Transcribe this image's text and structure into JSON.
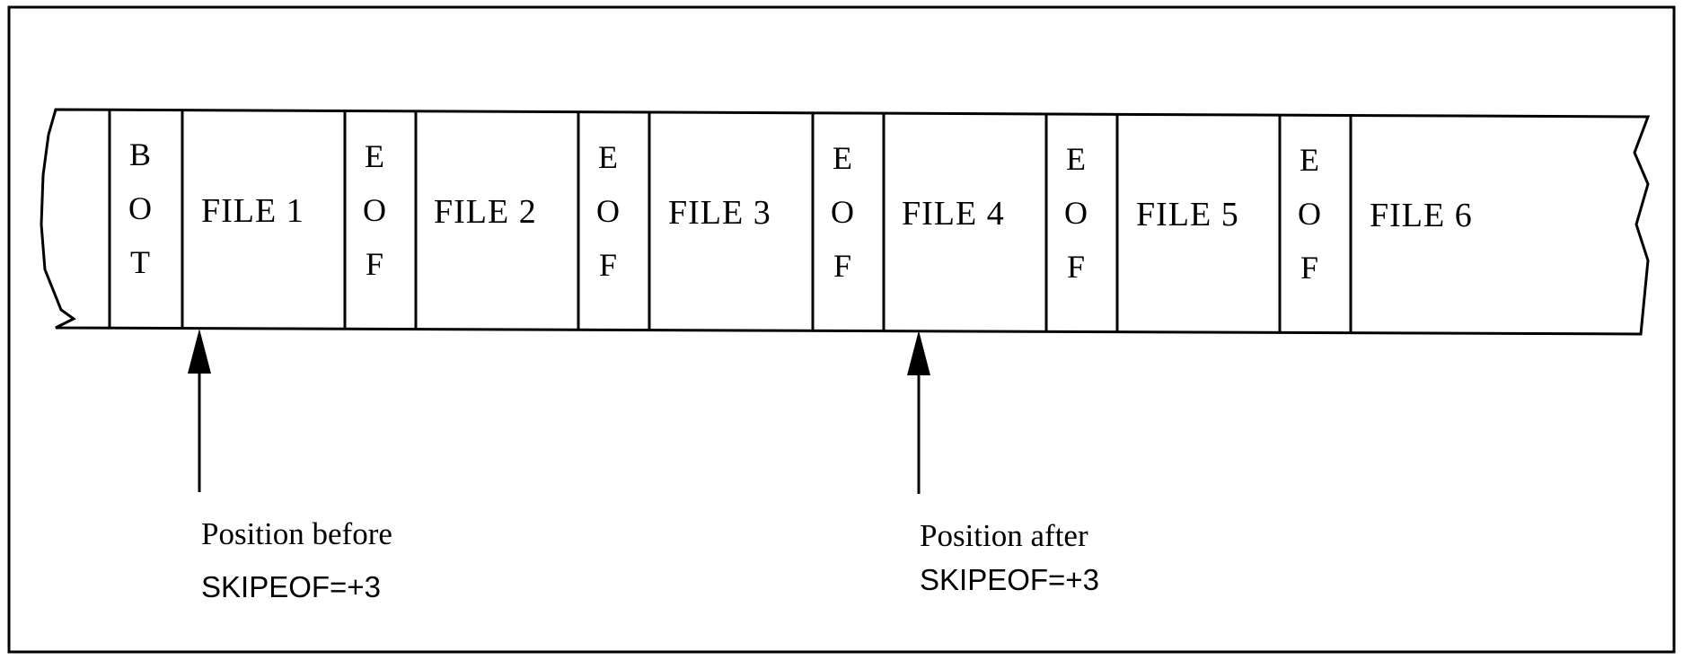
{
  "tape": {
    "bot_marker": [
      "B",
      "O",
      "T"
    ],
    "eof_marker": [
      "E",
      "O",
      "F"
    ],
    "files": [
      "FILE 1",
      "FILE 2",
      "FILE 3",
      "FILE 4",
      "FILE 5",
      "FILE 6"
    ]
  },
  "pointers": {
    "before": {
      "line1": "Position before",
      "line2": "SKIPEOF=+3"
    },
    "after": {
      "line1": "Position after",
      "line2": "SKIPEOF=+3"
    }
  }
}
